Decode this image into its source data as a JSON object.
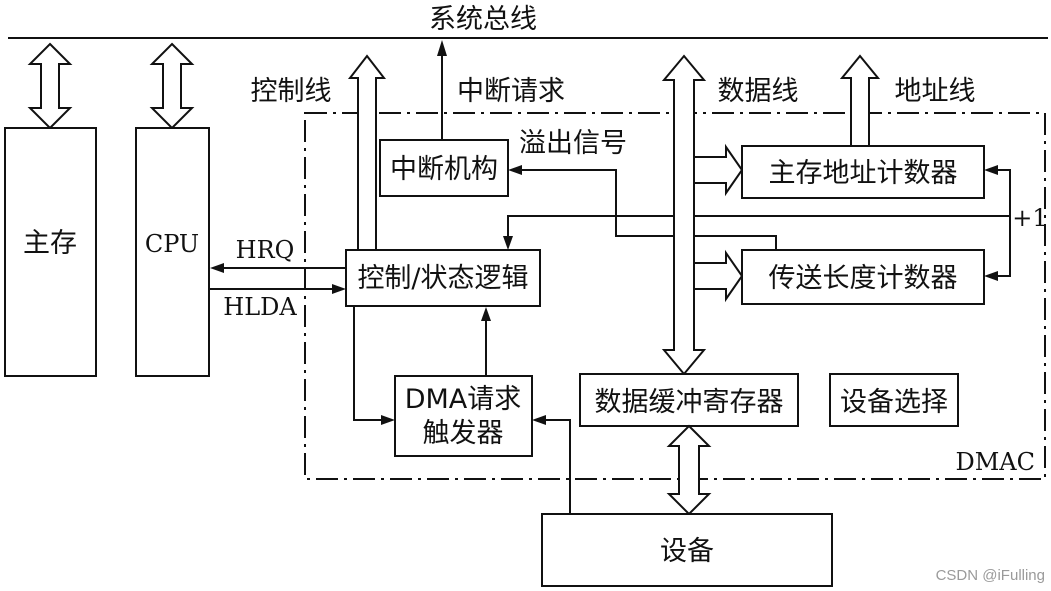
{
  "labels": {
    "system_bus": "系统总线",
    "control_line": "控制线",
    "interrupt_request": "中断请求",
    "data_line": "数据线",
    "address_line": "地址线",
    "overflow_signal": "溢出信号",
    "main_memory": "主存",
    "cpu": "CPU",
    "hrq": "HRQ",
    "hlda": "HLDA",
    "interrupt_mechanism": "中断机构",
    "control_status_logic": "控制/状态逻辑",
    "dma_request_trigger_line1": "DMA请求",
    "dma_request_trigger_line2": "触发器",
    "data_buffer_register": "数据缓冲寄存器",
    "device_select": "设备选择",
    "memory_address_counter": "主存地址计数器",
    "transfer_length_counter": "传送长度计数器",
    "plus_one": "+1",
    "dmac": "DMAC",
    "device": "设备",
    "watermark": "CSDN @iFulling"
  }
}
